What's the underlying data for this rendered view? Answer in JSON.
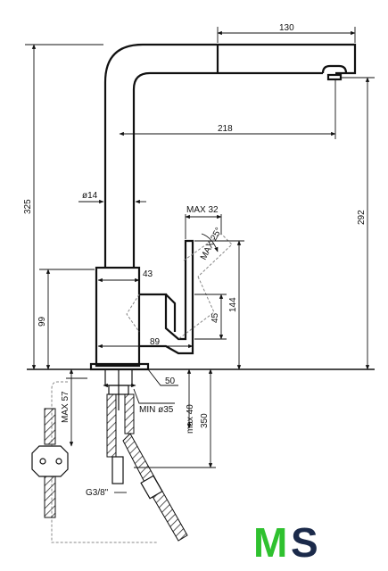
{
  "dimensions": {
    "spout_reach": "130",
    "aerator_offset": "218",
    "total_height": "325",
    "outlet_height": "292",
    "tube_diameter": "ø14",
    "max_angle_label": "MAX 32",
    "lever_angle": "MAX 25°",
    "lever_height": "144",
    "body_width": "43",
    "lever_body": "45",
    "base_height": "99",
    "lever_reach": "89",
    "base_flange": "50",
    "deck_thickness": "MAX 57",
    "hole_diameter": "MIN ø35",
    "deck_height": "max 40",
    "hose_length": "350",
    "thread": "G3/8\""
  },
  "logo": {
    "letter_1": "M",
    "letter_2": "S"
  },
  "colors": {
    "line": "#111111",
    "logo_green": "#2fc12f",
    "logo_navy": "#1b2a4a",
    "dashed": "#888888"
  }
}
